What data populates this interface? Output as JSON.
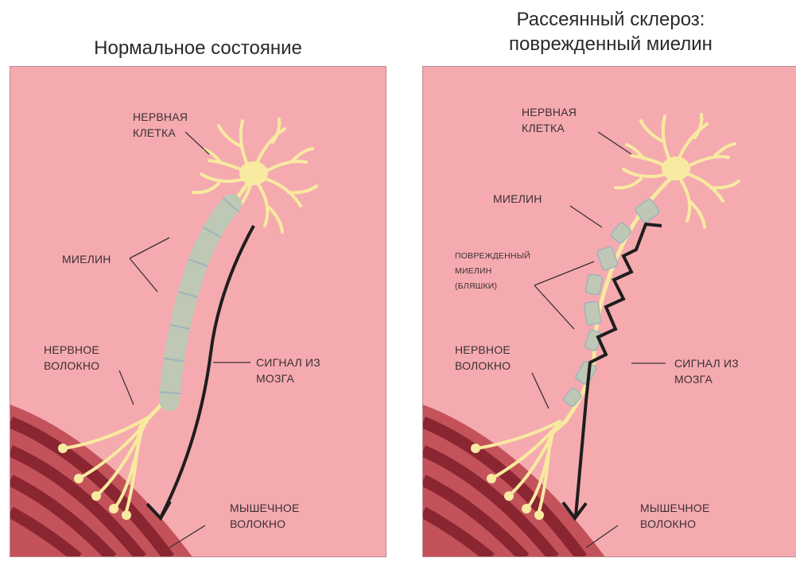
{
  "normal": {
    "title": "Нормальное состояние",
    "nerve_cell": [
      "НЕРВНАЯ",
      "КЛЕТКА"
    ],
    "myelin": [
      "МИЕЛИН"
    ],
    "nerve_fiber": [
      "НЕРВНОЕ",
      "ВОЛОКНО"
    ],
    "signal": [
      "СИГНАЛ ИЗ",
      "МОЗГА"
    ],
    "muscle_fiber": [
      "МЫШЕЧНОЕ",
      "ВОЛОКНО"
    ]
  },
  "ms": {
    "title": [
      "Рассеянный склероз:",
      "поврежденный миелин"
    ],
    "nerve_cell": [
      "НЕРВНАЯ",
      "КЛЕТКА"
    ],
    "myelin": [
      "МИЕЛИН"
    ],
    "damaged_myelin": [
      "ПОВРЕЖДЕННЫЙ",
      "МИЕЛИН",
      "(БЛЯШКИ)"
    ],
    "nerve_fiber": [
      "НЕРВНОЕ",
      "ВОЛОКНО"
    ],
    "signal": [
      "СИГНАЛ ИЗ",
      "МОЗГА"
    ],
    "muscle_fiber": [
      "МЫШЕЧНОЕ",
      "ВОЛОКНО"
    ]
  },
  "colors": {
    "background": "#f5aab0",
    "neuron": "#f8eaa0",
    "myelin": "#bfc8b4",
    "muscle": "#c4525b",
    "muscle_stripe": "#8a2631",
    "signal_arrow": "#1e1e1e"
  }
}
